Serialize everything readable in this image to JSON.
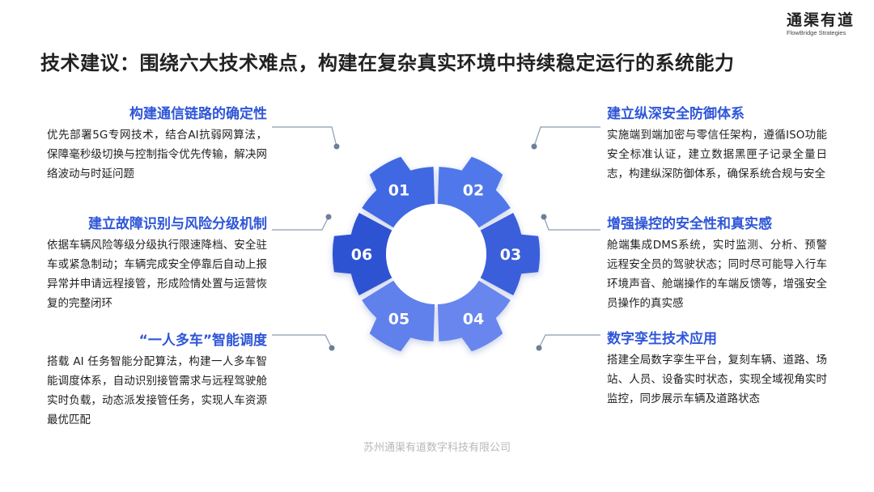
{
  "logo": {
    "name": "通渠有道",
    "sub": "FlowBridge Strategies"
  },
  "title": "技术建议：围绕六大技术难点，构建在复杂真实环境中持续稳定运行的系统能力",
  "segments": [
    {
      "label": "01",
      "color": "#3f67e3"
    },
    {
      "label": "02",
      "color": "#5178ea"
    },
    {
      "label": "03",
      "color": "#3a5edb"
    },
    {
      "label": "04",
      "color": "#6786ee"
    },
    {
      "label": "05",
      "color": "#6080ec"
    },
    {
      "label": "06",
      "color": "#2f52d2"
    }
  ],
  "blocks": [
    {
      "heading": "构建通信链路的确定性",
      "body": "优先部署5G专网技术，结合AI抗弱网算法，保障毫秒级切换与控制指令优先传输，解决网络波动与时延问题"
    },
    {
      "heading": "建立故障识别与风险分级机制",
      "body": "依据车辆风险等级分级执行限速降档、安全驻车或紧急制动；车辆完成安全停靠后自动上报异常并申请远程接管，形成险情处置与运营恢复的完整闭环"
    },
    {
      "heading": "“一人多车”智能调度",
      "body": "搭载 AI 任务智能分配算法，构建一人多车智能调度体系，自动识别接管需求与远程驾驶舱实时负载，动态派发接管任务，实现人车资源最优匹配"
    },
    {
      "heading": "建立纵深安全防御体系",
      "body": "实施端到端加密与零信任架构，遵循ISO功能安全标准认证，建立数据黑匣子记录全量日志，构建纵深防御体系，确保系统合规与安全"
    },
    {
      "heading": "增强操控的安全性和真实感",
      "body": "舱端集成DMS系统，实时监测、分析、预警远程安全员的驾驶状态；同时尽可能导入行车环境声音、舱端操作的车端反馈等，增强安全员操作的真实感"
    },
    {
      "heading": "数字孪生技术应用",
      "body": "搭建全局数字孪生平台，复刻车辆、道路、场站、人员、设备实时状态，实现全域视角实时监控，同步展示车辆及道路状态"
    }
  ],
  "footer": "苏州通渠有道数字科技有限公司",
  "colors": {
    "accent": "#2f56d8",
    "connector": "#8b9bb4"
  }
}
